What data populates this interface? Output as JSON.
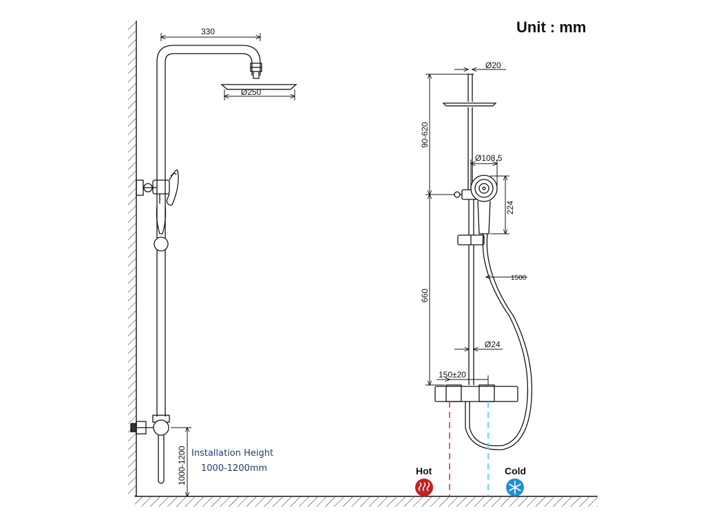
{
  "unit_label": "Unit : mm",
  "side_view": {
    "arm_length": "330",
    "head_diameter": "Ø250",
    "install_height_dim": "1000-1200",
    "install_label_line1": "Installation Height",
    "install_label_line2": "1000-1200mm"
  },
  "front_view": {
    "pipe_diameter_top": "Ø20",
    "adjust_range": "90-620",
    "handshower_diameter": "Ø108.5",
    "handshower_length": "224",
    "hose_length": "1500",
    "riser_length": "660",
    "pipe_diameter_bottom": "Ø24",
    "inlet_spacing": "150±20"
  },
  "legend": {
    "hot_label": "Hot",
    "cold_label": "Cold"
  },
  "colors": {
    "hot": "#c0221f",
    "cold": "#1f8fd6",
    "hot_line": "#d43c3c",
    "cold_line": "#3fd6e6",
    "install_text": "#1f3d6b"
  },
  "icons": {
    "hot": "heat-waves-icon",
    "cold": "snowflake-icon"
  }
}
